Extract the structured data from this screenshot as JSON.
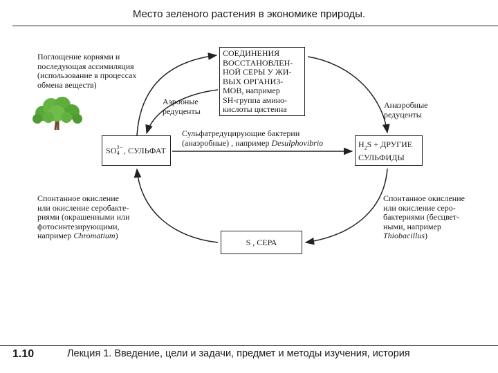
{
  "header": {
    "title": "Место зеленого растения в экономике природы."
  },
  "diagram": {
    "top_box": [
      "СОЕДИНЕНИЯ",
      "ВОССТАНОВЛЕН-",
      "НОЙ СЕРЫ У ЖИ-",
      "ВЫХ ОРГАНИЗ-",
      "МОВ, например",
      "SH-группа амино-",
      "кислоты цистеина"
    ],
    "sulfate_box": {
      "formula": "SO",
      "sup": "2−",
      "sub": "4",
      "text": ", СУЛЬФАТ"
    },
    "sulfide_box": {
      "formula": "H",
      "sub": "2",
      "line1_rest": "S + ДРУГИЕ",
      "line2": "СУЛЬФИДЫ"
    },
    "sulfur_box": "S , СЕРА",
    "label_uptake": [
      "Поглощение корнями и",
      "последующая ассимиляция",
      "(использование в процессах",
      "обмена веществ)"
    ],
    "label_aerobic": [
      "Аэробные",
      "редуценты"
    ],
    "label_anaerobic": [
      "Анаэробные",
      "редуценты"
    ],
    "label_srb_line1": "Сульфатредуцирующие бактерии",
    "label_srb_line2": "(анаэробные) , например",
    "label_srb_genus": "Desulphovibrio",
    "label_left_bottom": [
      "Спонтанное окисление",
      "или окисление серобакте-",
      "риями (окрашенными или",
      "фотосинтезирующими,"
    ],
    "label_left_bottom_last": "например",
    "label_left_bottom_genus": "Chromatium",
    "label_left_bottom_close": ")",
    "label_right_bottom": [
      "Спонтанное окисление",
      "или окисление серо-",
      "бактериями (бесцвет-",
      "ными, например"
    ],
    "label_right_bottom_genus": "Thiobacillus",
    "label_right_bottom_close": ")",
    "icons": {
      "tree": "tree-icon"
    }
  },
  "footer": {
    "slide_number": "1.10",
    "text": "Лекция 1. Введение, цели и задачи, предмет и методы изучения, история"
  }
}
